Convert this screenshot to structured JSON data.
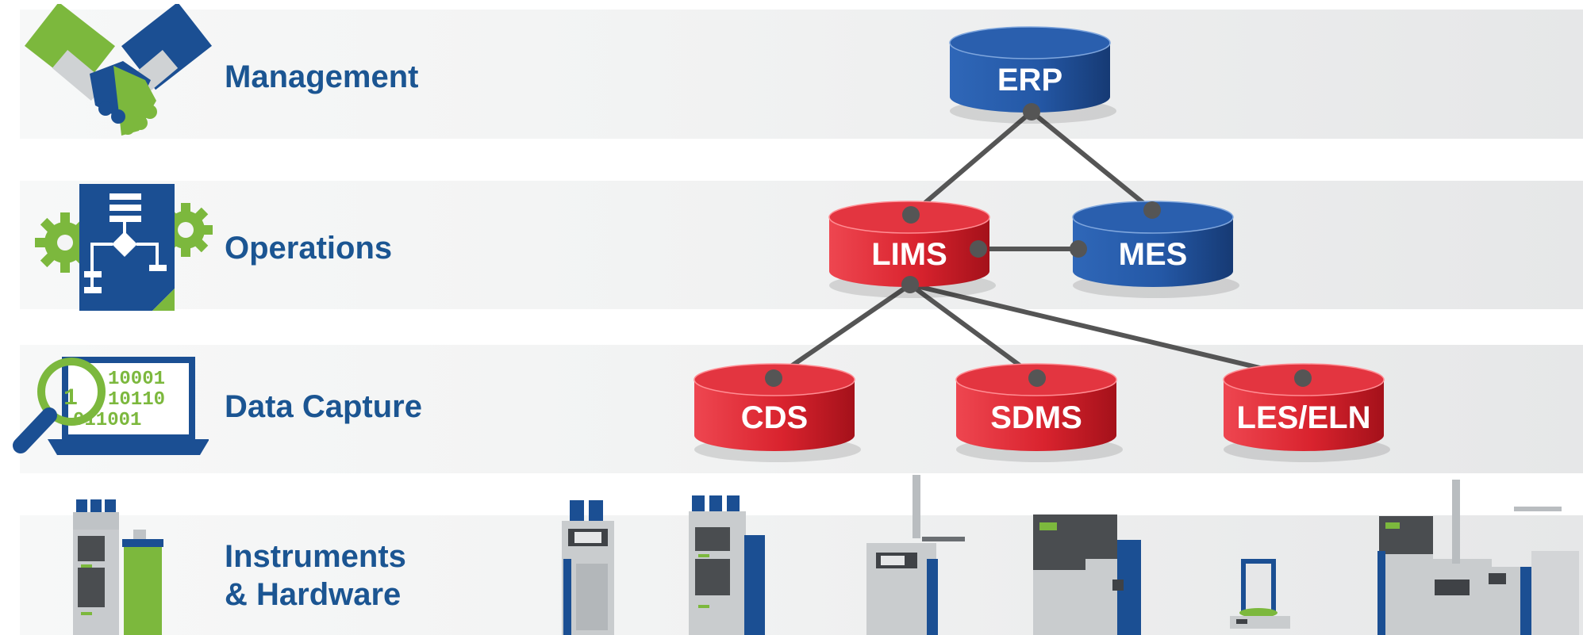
{
  "tiers": [
    {
      "label": "Management"
    },
    {
      "label": "Operations"
    },
    {
      "label": "Data Capture"
    },
    {
      "label_lines": [
        "Instruments",
        "& Hardware"
      ]
    }
  ],
  "systems": {
    "erp": {
      "label": "ERP",
      "color": "blue"
    },
    "lims": {
      "label": "LIMS",
      "color": "red"
    },
    "mes": {
      "label": "MES",
      "color": "blue"
    },
    "cds": {
      "label": "CDS",
      "color": "red"
    },
    "sdms": {
      "label": "SDMS",
      "color": "red"
    },
    "les_eln": {
      "label": "LES/ELN",
      "color": "red"
    }
  },
  "connections": [
    [
      "erp",
      "lims"
    ],
    [
      "erp",
      "mes"
    ],
    [
      "lims",
      "mes"
    ],
    [
      "lims",
      "cds"
    ],
    [
      "lims",
      "sdms"
    ],
    [
      "lims",
      "les_eln"
    ]
  ],
  "data_capture_icon": {
    "binary_lines": [
      "10001",
      "10110",
      "011001"
    ],
    "magnifier_digit": "1"
  },
  "colors": {
    "tier_label": "#1b5592",
    "blue_db": "#1f4f9a",
    "red_db": "#d9232e",
    "connector": "#555555",
    "icon_green": "#7cb83d",
    "icon_blue": "#1b4f93"
  }
}
